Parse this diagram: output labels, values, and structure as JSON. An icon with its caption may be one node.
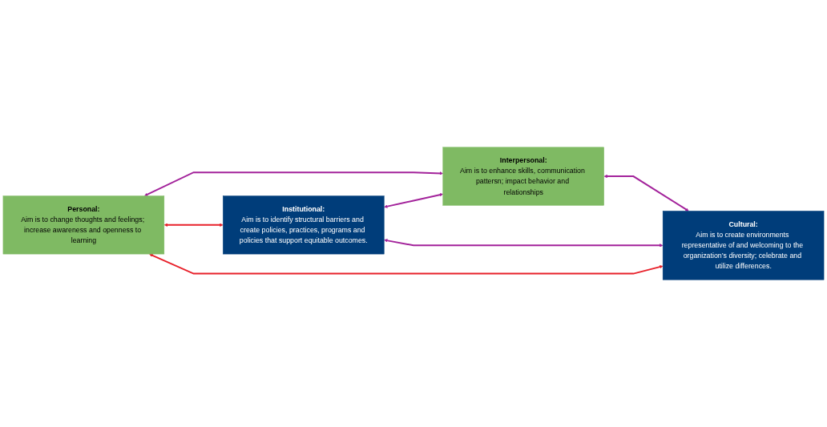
{
  "diagram": {
    "nodes": [
      {
        "text": [
          "Personal:",
          "Aim is to change thoughts and feelings; increase awareness and openness to learning"
        ]
      },
      {
        "text": [
          "Interpersonal:",
          "Aim is to enhance skills, communication pattersn; impact behavior and relationships"
        ]
      },
      {
        "text": [
          "Institutional:",
          "Aim is to identify structural barriers and create policies, practices, programs and policies that support equitable outcomes."
        ]
      },
      {
        "text": [
          "Cultural:",
          "Aim is to create environments representative of and welcoming to the organization’s diversity; celebrate and utilize differences."
        ]
      }
    ],
    "edges": [
      {
        "from": 0,
        "to": 1,
        "arrow": "both"
      },
      {
        "from": 0,
        "to": 2,
        "arrow": "both",
        "color": "#e8202a"
      },
      {
        "from": 1,
        "to": 3,
        "arrow": "both"
      },
      {
        "from": 0,
        "to": 3,
        "arrow": "both",
        "color": "#e8202a"
      },
      {
        "from": 2,
        "to": 1,
        "arrow": "both"
      },
      {
        "from": 2,
        "to": 3,
        "arrow": "both"
      }
    ]
  }
}
